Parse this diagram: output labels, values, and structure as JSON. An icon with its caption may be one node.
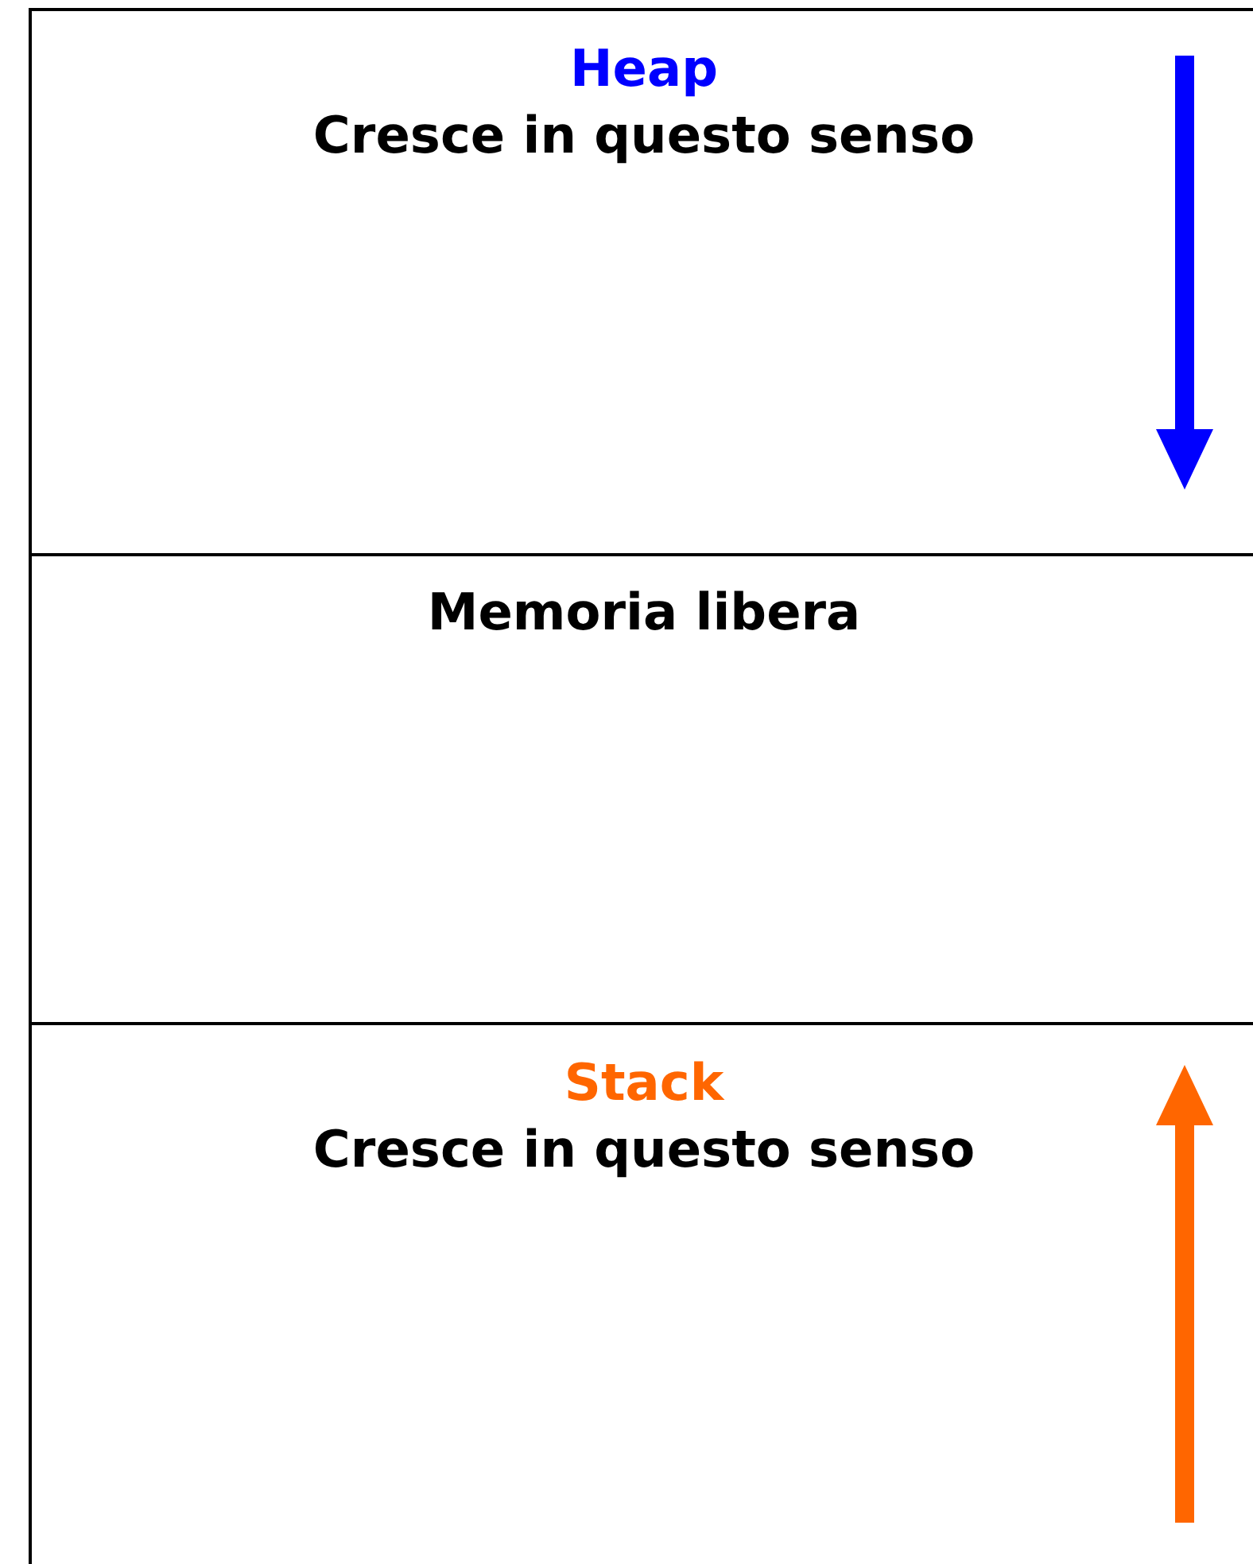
{
  "diagram": {
    "nodes": [
      {
        "text": [
          "Heap",
          "Cresce in questo senso"
        ]
      },
      {
        "text": [
          "Memoria libera"
        ]
      },
      {
        "text": [
          "Stack",
          "Cresce in questo senso"
        ]
      }
    ]
  }
}
